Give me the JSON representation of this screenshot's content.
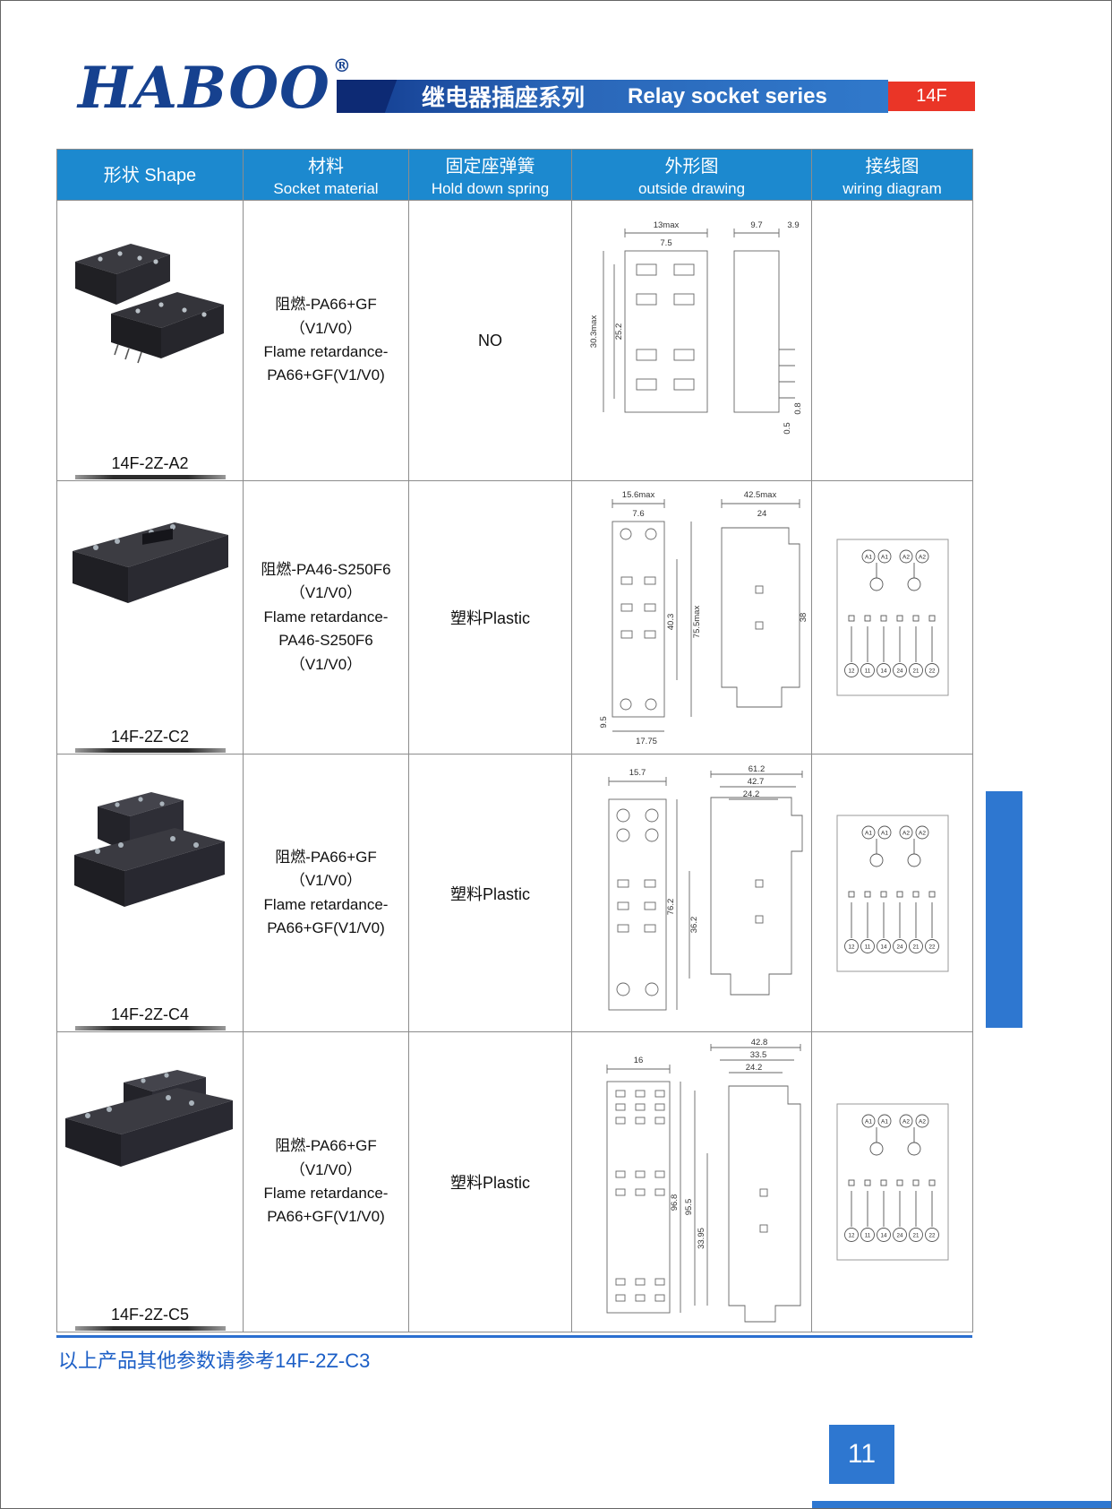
{
  "header": {
    "logo": "HABOO",
    "registered": "®",
    "banner_cn": "继电器插座系列",
    "banner_en": "Relay socket series",
    "tag": "14F"
  },
  "table": {
    "headers": [
      {
        "line1": "形状 Shape",
        "line2": ""
      },
      {
        "line1": "材料",
        "line2": "Socket material"
      },
      {
        "line1": "固定座弹簧",
        "line2": "Hold down spring"
      },
      {
        "line1": "外形图",
        "line2": "outside drawing"
      },
      {
        "line1": "接线图",
        "line2": "wiring diagram"
      }
    ],
    "rows": [
      {
        "model": "14F-2Z-A2",
        "material": {
          "l1": "阻燃-PA66+GF（V1/V0）",
          "l2": "Flame retardance-",
          "l3": "PA66+GF(V1/V0)",
          "l4": ""
        },
        "spring": "NO",
        "dims": {
          "front_w": "13max",
          "front_w2": "7.5",
          "front_h": "30.3max",
          "front_h2": "25.2",
          "side_w": "9.7",
          "side_w2": "3.9",
          "pin_a": "0.5",
          "pin_b": "0.8"
        }
      },
      {
        "model": "14F-2Z-C2",
        "material": {
          "l1": "阻燃-PA46-S250F6",
          "l2": "（V1/V0）",
          "l3": "Flame retardance-",
          "l4": "PA46-S250F6（V1/V0）"
        },
        "spring": "塑料Plastic",
        "dims": {
          "front_w": "15.6max",
          "front_w2": "7.6",
          "front_h": "75.5max",
          "front_h2": "40.3",
          "bottom_a": "17.75",
          "bottom_b": "9.5",
          "side_w": "42.5max",
          "side_w2": "24",
          "side_h": "38"
        }
      },
      {
        "model": "14F-2Z-C4",
        "material": {
          "l1": "阻燃-PA66+GF（V1/V0）",
          "l2": "Flame retardance-",
          "l3": "PA66+GF(V1/V0)",
          "l4": ""
        },
        "spring": "塑料Plastic",
        "dims": {
          "front_w": "15.7",
          "front_h": "76.2",
          "front_h2": "36.2",
          "side_w": "61.2",
          "side_w2": "42.7",
          "side_w3": "24.2"
        }
      },
      {
        "model": "14F-2Z-C5",
        "material": {
          "l1": "阻燃-PA66+GF（V1/V0）",
          "l2": "Flame retardance-",
          "l3": "PA66+GF(V1/V0)",
          "l4": ""
        },
        "spring": "塑料Plastic",
        "dims": {
          "front_w": "16",
          "front_h": "96.8",
          "side_w": "42.8",
          "side_w2": "33.5",
          "side_w3": "24.2",
          "side_h": "95.5",
          "side_h2": "33.95"
        }
      }
    ]
  },
  "wiring": {
    "top": [
      "A1",
      "A1",
      "A2",
      "A2"
    ],
    "bottom": [
      "12",
      "11",
      "14",
      "24",
      "21",
      "22"
    ]
  },
  "footer": {
    "note": "以上产品其他参数请参考14F-2Z-C3",
    "page_number": "11"
  },
  "colors": {
    "banner_blue": "#2a66b8",
    "table_header_blue": "#1c89cf",
    "tag_red": "#ea3527",
    "accent_blue": "#2e77d0",
    "footer_text_blue": "#1b5ec6"
  }
}
